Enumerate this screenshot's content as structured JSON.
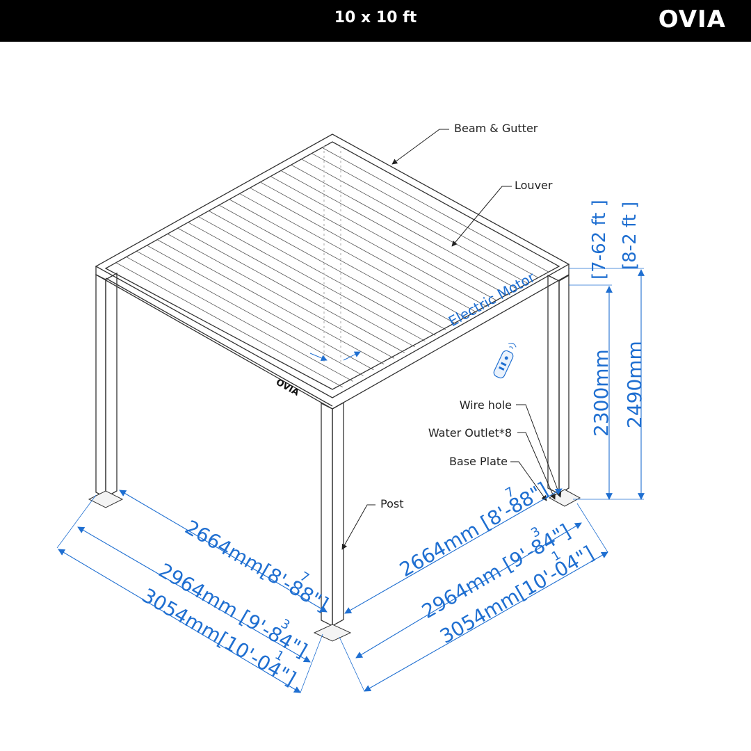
{
  "header": {
    "title": "10 x 10 ft",
    "logo": "OVIA"
  },
  "brand_mark": "OVIA",
  "labels": {
    "beam_gutter": "Beam & Gutter",
    "louver": "Louver",
    "electric_motor": "Electric Motor",
    "wire_hole": "Wire hole",
    "water_outlet": "Water Outlet*8",
    "base_plate": "Base Plate",
    "post": "Post"
  },
  "dimensions": {
    "left": {
      "inner": "2664mm[8'-88\"]",
      "inner_sup": "7",
      "middle": "2964mm [9'-84\"]",
      "middle_sup": "3",
      "outer": "3054mm[10'-04\"]",
      "outer_sup": "1"
    },
    "right": {
      "inner": "2664mm [8'-88\"]",
      "inner_sup": "7",
      "middle": "2964mm [9'-84\"]",
      "middle_sup": "3",
      "outer": "3054mm[10'-04\"]",
      "outer_sup": "1"
    },
    "height": {
      "inner_mm": "2300mm",
      "inner_ft": "[7-62 ft ]",
      "outer_mm": "2490mm",
      "outer_ft": "[8-2 ft ]"
    }
  },
  "colors": {
    "dimension": "#1f6fd1",
    "header_bg": "#000000",
    "line": "#222222"
  },
  "icons": [
    "remote-control-icon"
  ]
}
